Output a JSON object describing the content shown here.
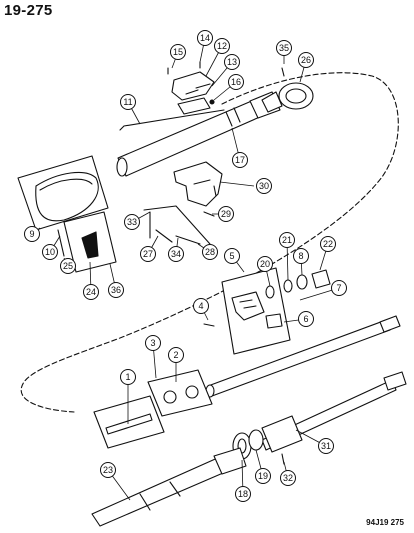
{
  "header": {
    "page_code": "19-275"
  },
  "footer": {
    "reference_code": "94J19 275"
  },
  "callouts": [
    {
      "id": "c1",
      "label": "1"
    },
    {
      "id": "c2",
      "label": "2"
    },
    {
      "id": "c3",
      "label": "3"
    },
    {
      "id": "c4",
      "label": "4"
    },
    {
      "id": "c5",
      "label": "5"
    },
    {
      "id": "c6",
      "label": "6"
    },
    {
      "id": "c7",
      "label": "7"
    },
    {
      "id": "c8",
      "label": "8"
    },
    {
      "id": "c9",
      "label": "9"
    },
    {
      "id": "c10",
      "label": "10"
    },
    {
      "id": "c11",
      "label": "11"
    },
    {
      "id": "c12",
      "label": "12"
    },
    {
      "id": "c13",
      "label": "13"
    },
    {
      "id": "c14",
      "label": "14"
    },
    {
      "id": "c15",
      "label": "15"
    },
    {
      "id": "c16",
      "label": "16"
    },
    {
      "id": "c17",
      "label": "17"
    },
    {
      "id": "c18",
      "label": "18"
    },
    {
      "id": "c19",
      "label": "19"
    },
    {
      "id": "c20",
      "label": "20"
    },
    {
      "id": "c21",
      "label": "21"
    },
    {
      "id": "c22",
      "label": "22"
    },
    {
      "id": "c23",
      "label": "23"
    },
    {
      "id": "c24",
      "label": "24"
    },
    {
      "id": "c25",
      "label": "25"
    },
    {
      "id": "c26",
      "label": "26"
    },
    {
      "id": "c27",
      "label": "27"
    },
    {
      "id": "c28",
      "label": "28"
    },
    {
      "id": "c29",
      "label": "29"
    },
    {
      "id": "c30",
      "label": "30"
    },
    {
      "id": "c31",
      "label": "31"
    },
    {
      "id": "c32",
      "label": "32"
    },
    {
      "id": "c33",
      "label": "33"
    },
    {
      "id": "c34",
      "label": "34"
    },
    {
      "id": "c35",
      "label": "35"
    },
    {
      "id": "c36",
      "label": "36"
    }
  ]
}
